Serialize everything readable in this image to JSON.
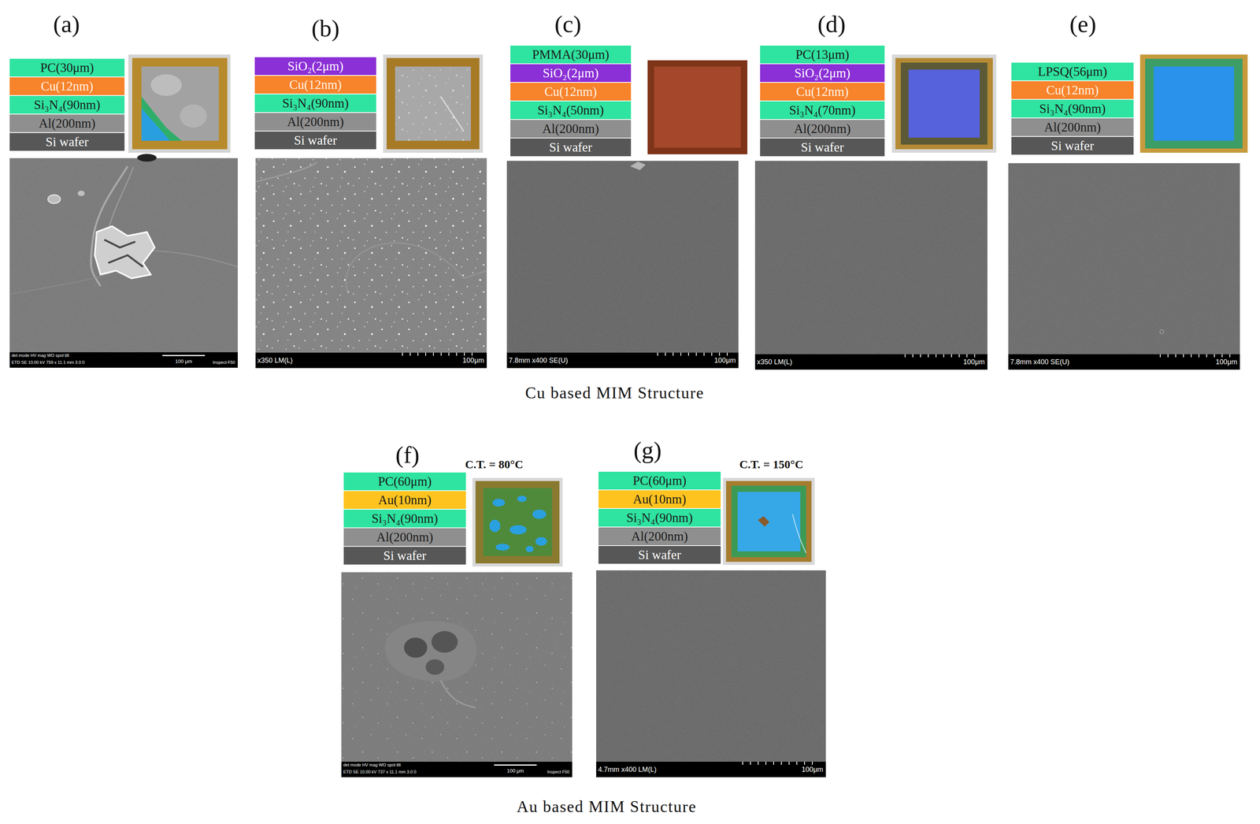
{
  "diagram": {
    "nodes": [
      {
        "text": [
          "PC(30μm)"
        ]
      },
      {
        "text": [
          "Cu(12nm)"
        ]
      },
      {
        "text": [
          "Si₃N₄(90nm)"
        ]
      },
      {
        "text": [
          "Al(200nm)"
        ]
      },
      {
        "text": [
          "Si wafer"
        ]
      },
      {
        "text": [
          "SiO₂(2μm)"
        ]
      },
      {
        "text": [
          "Cu(12nm)"
        ]
      },
      {
        "text": [
          "Si₃N₄(90nm)"
        ]
      },
      {
        "text": [
          "Al(200nm)"
        ]
      },
      {
        "text": [
          "Si wafer"
        ]
      },
      {
        "text": [
          "PMMA(30μm)"
        ]
      },
      {
        "text": [
          "SiO₂(2μm)"
        ]
      },
      {
        "text": [
          "Cu(12nm)"
        ]
      },
      {
        "text": [
          "Si₃N₄(50nm)"
        ]
      },
      {
        "text": [
          "Al(200nm)"
        ]
      },
      {
        "text": [
          "Si wafer"
        ]
      },
      {
        "text": [
          "PC(13μm)"
        ]
      },
      {
        "text": [
          "SiO₂(2μm)"
        ]
      },
      {
        "text": [
          "Cu(12nm)"
        ]
      },
      {
        "text": [
          "Si₃N₄(70nm)"
        ]
      },
      {
        "text": [
          "Al(200nm)"
        ]
      },
      {
        "text": [
          "Si wafer"
        ]
      },
      {
        "text": [
          "LPSQ(56μm)"
        ]
      },
      {
        "text": [
          "Cu(12nm)"
        ]
      },
      {
        "text": [
          "Si₃N₄(90nm)"
        ]
      },
      {
        "text": [
          "Al(200nm)"
        ]
      },
      {
        "text": [
          "Si wafer"
        ]
      },
      {
        "text": [
          "PC(60μm)"
        ]
      },
      {
        "text": [
          "Au(10nm)"
        ]
      },
      {
        "text": [
          "Si₃N₄(90nm)"
        ]
      },
      {
        "text": [
          "Al(200nm)"
        ]
      },
      {
        "text": [
          "Si wafer"
        ]
      },
      {
        "text": [
          "PC(60μm)"
        ]
      },
      {
        "text": [
          "Au(10nm)"
        ]
      },
      {
        "text": [
          "Si₃N₄(90nm)"
        ]
      },
      {
        "text": [
          "Al(200nm)"
        ]
      },
      {
        "text": [
          "Si wafer"
        ]
      }
    ],
    "labels": [
      "(a)",
      "(b)",
      "(c)",
      "(d)",
      "(e)",
      "Cu based MIM Structure",
      "(f)",
      "C.T. = 80°C",
      "(g)",
      "C.T. = 150°C",
      "Au based MIM Structure",
      "det mode HV mag WO spot tilt",
      "ETD SE 10.00 kV 759 x 11.1 mm 3.0 0",
      "100 μm",
      "Inspect F50",
      "x350 LM(L)",
      "100μm",
      "7.8mm x400 SE(U)",
      "100μm",
      "x350 LM(L)",
      "100μm",
      "7.8mm x400 SE(U)",
      "100μm",
      "det mode HV mag WO spot tilt",
      "ETD SE 10.00 kV 737 x 11.1 mm 3.0 0",
      "100 μm",
      "Inspect F50",
      "4.7mm x400 LM(L)",
      "100μm"
    ]
  }
}
